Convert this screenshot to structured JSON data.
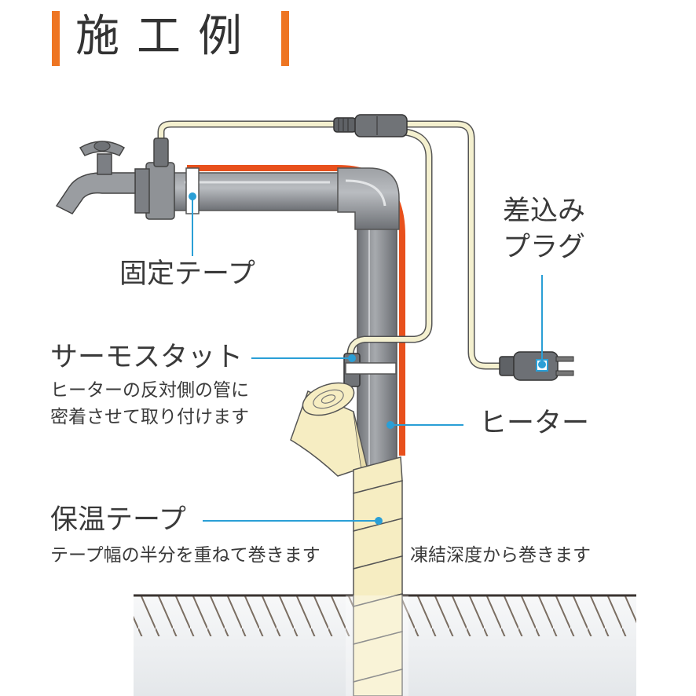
{
  "title": "施工例",
  "labels": {
    "plug_line1": "差込み",
    "plug_line2": "プラグ",
    "fixing_tape": "固定テープ",
    "thermostat": "サーモスタット",
    "thermostat_note_1": "ヒーターの反対側の管に",
    "thermostat_note_2": "密着させて取り付けます",
    "heater": "ヒーター",
    "insulation_tape": "保温テープ",
    "insulation_note": "テープ幅の半分を重ねて巻きます",
    "freeze_depth_note": "凍結深度から巻きます"
  },
  "colors": {
    "accent": "#ee7522",
    "heater": "#e8501c",
    "pipe": "#8a8d92",
    "leader": "#2a9fd6",
    "cord": "#f4f0cf",
    "tape": "#f6edc2",
    "soil": "#a89a86"
  }
}
